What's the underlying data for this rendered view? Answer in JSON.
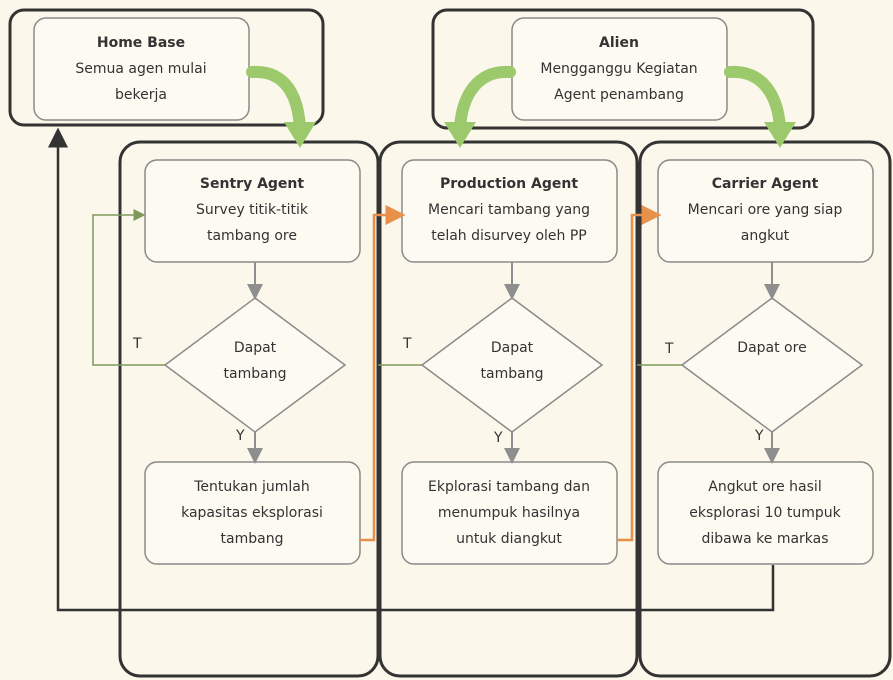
{
  "home_base": {
    "title": "Home Base",
    "line1": "Semua agen mulai",
    "line2": "bekerja"
  },
  "alien": {
    "title": "Alien",
    "line1": "Mengganggu Kegiatan",
    "line2": "Agent penambang"
  },
  "sentry": {
    "title": "Sentry Agent",
    "line1": "Survey titik-titik",
    "line2": "tambang ore",
    "decision_line1": "Dapat",
    "decision_line2": "tambang",
    "yes_label": "Y",
    "no_label": "T",
    "action_line1": "Tentukan jumlah",
    "action_line2": "kapasitas eksplorasi",
    "action_line3": "tambang"
  },
  "production": {
    "title": "Production Agent",
    "line1": "Mencari tambang yang",
    "line2": "telah disurvey oleh PP",
    "decision_line1": "Dapat",
    "decision_line2": "tambang",
    "yes_label": "Y",
    "no_label": "T",
    "action_line1": "Ekplorasi tambang dan",
    "action_line2": "menumpuk hasilnya",
    "action_line3": "untuk diangkut"
  },
  "carrier": {
    "title": "Carrier Agent",
    "line1": "Mencari ore yang siap",
    "line2": "angkut",
    "decision_line1": "Dapat ore",
    "yes_label": "Y",
    "no_label": "T",
    "action_line1": "Angkut ore hasil",
    "action_line2": "eksplorasi 10 tumpuk",
    "action_line3": "dibawa ke markas"
  },
  "colors": {
    "background": "#fbf7ea",
    "outline": "#333333",
    "box_stroke": "#8a8a8a",
    "flow_arrow": "#8e8e8e",
    "green_arrow": "#9cc96b",
    "orange_arrow": "#e8904a",
    "loop_line": "#7d9a5a"
  }
}
